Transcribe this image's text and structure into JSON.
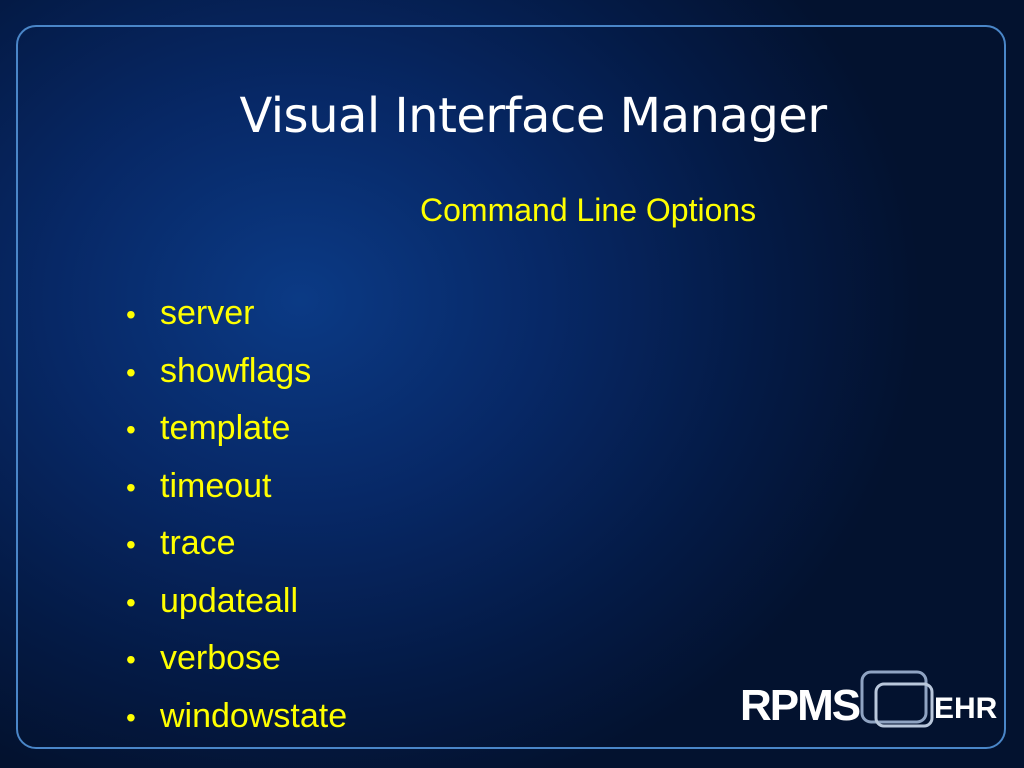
{
  "slide": {
    "title": "Visual Interface Manager",
    "subtitle": "Command Line Options",
    "bullet_symbol": "•",
    "items": [
      "server",
      "showflags",
      "template",
      "timeout",
      "trace",
      "updateall",
      "verbose",
      "windowstate"
    ]
  },
  "logo": {
    "brand": "RPMS",
    "suffix": "EHR"
  },
  "colors": {
    "title": "#ffffff",
    "bullet_text": "#ffff00",
    "frame_border": "#4a86c8",
    "background_center": "#0b3a85",
    "background_edge": "#03122f"
  }
}
